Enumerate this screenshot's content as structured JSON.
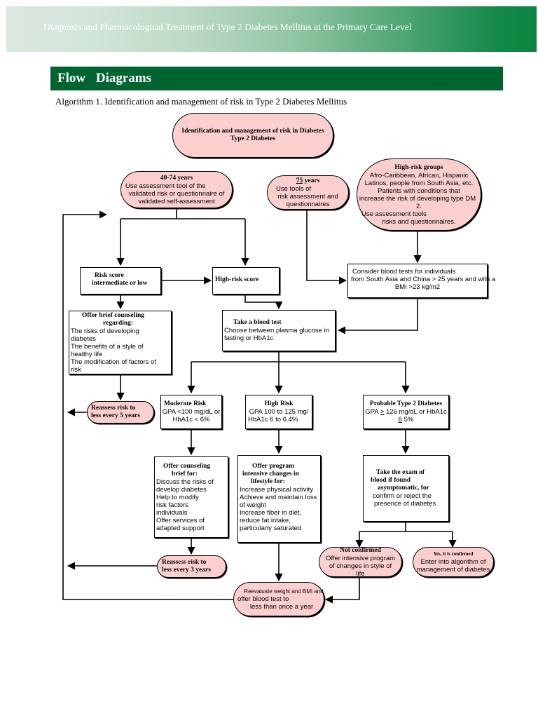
{
  "header": {
    "banner_title": "Diagnosis and Pharmacological Treatment of Type 2 Diabetes Mellitus at the Primary Care Level",
    "section_title": "Flow Diagrams",
    "caption": "Algorithm 1. Identification and management of risk in Type 2 Diabetes Mellitus"
  },
  "colors": {
    "banner_start": "#dbe8e0",
    "banner_end": "#0d8440",
    "section_bar": "#006430",
    "pill_fill": "#fccfcf",
    "line": "#000000"
  },
  "nodes": {
    "start": {
      "title": "Identification and management of risk in Diabetes",
      "subtitle": "Type 2 Diabetes"
    },
    "age_40_74": {
      "title": "40-74 years",
      "lines": [
        "Use assessment tool of the",
        "validated risk or questionnaire of",
        "validated self-assessment"
      ]
    },
    "age_75": {
      "title_prefix": "75",
      "title_suffix": " years",
      "lines": [
        "Use tools of",
        "risk assessment and",
        "questionnaires"
      ]
    },
    "high_risk_groups": {
      "title": "High-risk groups",
      "lines": [
        "Afro-Caribbean, African, Hispanic",
        "Latinos, people from South Asia, etc.",
        "Patients with conditions that",
        "increase the risk of developing type DM",
        "2.",
        "Use assessment tools",
        "risks and questionnaires."
      ]
    },
    "risk_low": {
      "lines": [
        "Risk score",
        "intermediate or low"
      ]
    },
    "risk_high": {
      "title": "High-risk score"
    },
    "consider_tests": {
      "lines": [
        "Consider blood tests for individuals",
        "from South Asia and China > 25 years and with a",
        "BMI >23 kg/m2"
      ]
    },
    "brief_counseling": {
      "title_lines": [
        "Offer brief counseling",
        "regarding:"
      ],
      "lines": [
        "The risks of developing",
        "diabetes",
        "The benefits of a style of",
        "healthy life",
        "The modification of factors of",
        "risk"
      ]
    },
    "blood_test": {
      "title": "Take a blood test",
      "lines": [
        "Choose between plasma glucose in",
        "fasting or HbA1c"
      ]
    },
    "reassess_5": {
      "lines": [
        "Reassess risk to",
        "less every 5 years"
      ]
    },
    "moderate_risk": {
      "title": "Moderate Risk",
      "lines": [
        "GPA <100 mg/dL or",
        "HbA1c < 6%"
      ]
    },
    "high_risk": {
      "title": "High Risk",
      "lines": [
        "GPA 100 to 125 mg/",
        "HbA1c 6 to 6.4%"
      ]
    },
    "probable_dm2": {
      "title": "Probable Type 2 Diabetes",
      "line1_prefix": "GPA ",
      "line1_sym": ">",
      "line1_suffix": " 126 mg/dL or HbA1c",
      "line2_sym": "6",
      "line2_suffix": ".5%"
    },
    "counseling_brief": {
      "title_lines": [
        "Offer counseling",
        "brief for:"
      ],
      "lines": [
        "Discuss the risks of",
        "develop diabetes",
        "Help to modify",
        "risk factors",
        "individuals",
        "Offer services of",
        "adapted support"
      ]
    },
    "intensive_program": {
      "title_lines": [
        "Offer program",
        "intensive changes in",
        "lifestyle for:"
      ],
      "lines": [
        "Increase physical activity",
        "Achieve and maintain loss",
        "of weight",
        "Increase fiber in diet,",
        "reduce fat intake,",
        "particularly saturated"
      ]
    },
    "exam_blood": {
      "title_lines": [
        "Take the exam of",
        "blood if found",
        "asymptomatic, for"
      ],
      "lines": [
        "confirm or reject the",
        "presence of diabetes"
      ]
    },
    "reassess_3": {
      "lines": [
        "Reassess risk to",
        "less every 3 years"
      ]
    },
    "not_confirmed": {
      "title": "Not confirmed",
      "lines": [
        "Offer intensive program",
        "of changes in style of",
        "life"
      ]
    },
    "confirmed": {
      "title": "Yes, it is confirmed",
      "lines": [
        "Enter into algorithm of",
        "management of diabetes"
      ]
    },
    "reevaluate": {
      "lines": [
        "Reevaluate weight and BMI and",
        "offer blood test to",
        "less than once a year"
      ]
    }
  }
}
